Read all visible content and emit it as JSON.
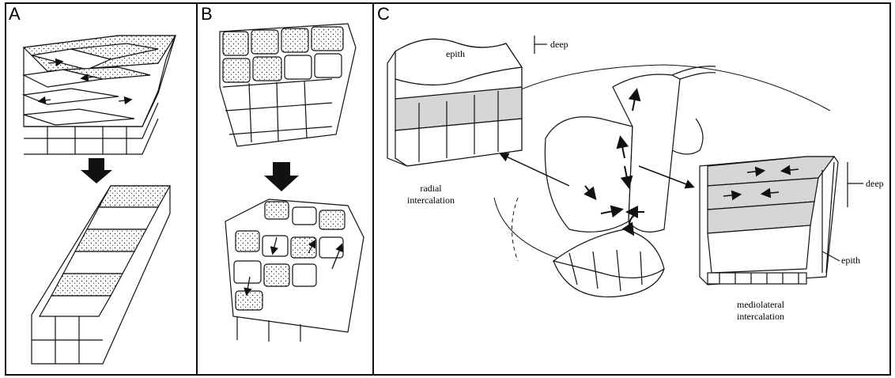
{
  "panels": [
    {
      "letter": "A"
    },
    {
      "letter": "B"
    },
    {
      "letter": "C"
    }
  ],
  "panel_c": {
    "epith_top": "epith",
    "deep_top": "deep",
    "radial_line1": "radial",
    "radial_line2": "intercalation",
    "deep_right": "deep",
    "epith_right": "epith",
    "mediolateral_line1": "mediolateral",
    "mediolateral_line2": "intercalation"
  },
  "colors": {
    "ink": "#111111",
    "cell_shade": "#d6d6d6",
    "background": "#ffffff"
  }
}
